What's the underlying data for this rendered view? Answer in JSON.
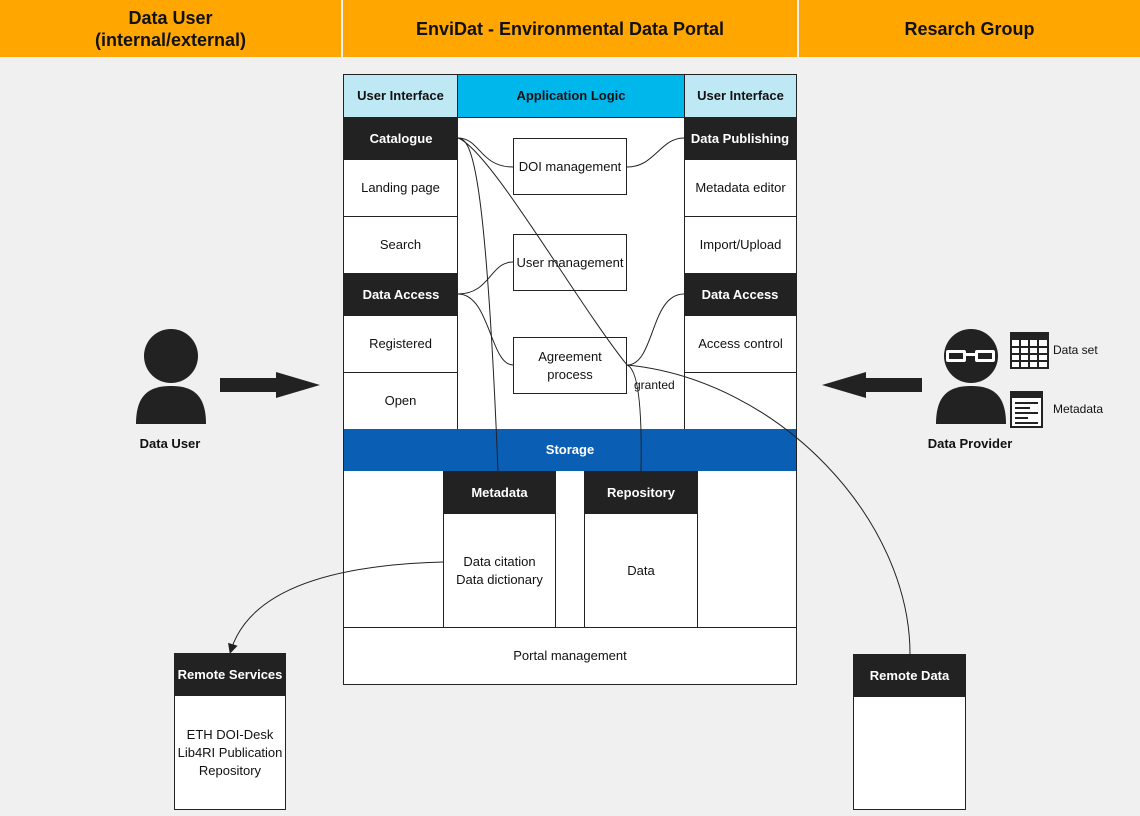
{
  "header": {
    "left": "Data User\n(internal/external)",
    "center": "EnviDat - Environmental Data Portal",
    "right": "Resarch Group"
  },
  "left_col": {
    "ui": "User Interface",
    "catalogue": "Catalogue",
    "landing": "Landing page",
    "search": "Search",
    "data_access": "Data Access",
    "registered": "Registered",
    "open": "Open"
  },
  "center_col": {
    "app_logic": "Application Logic",
    "doi": "DOI management",
    "user_mgmt": "User management",
    "agreement": "Agreement process",
    "granted": "granted"
  },
  "right_col": {
    "ui": "User Interface",
    "publishing": "Data Publishing",
    "metadata_editor": "Metadata editor",
    "import": "Import/Upload",
    "data_access": "Data Access",
    "access_control": "Access control"
  },
  "storage": {
    "title": "Storage",
    "metadata": "Metadata",
    "metadata_body": "Data citation\nData dictionary",
    "repository": "Repository",
    "repository_body": "Data",
    "portal": "Portal management"
  },
  "actors": {
    "data_user": "Data User",
    "data_provider": "Data Provider",
    "data_set": "Data set",
    "metadata": "Metadata"
  },
  "remote_services": {
    "title": "Remote Services",
    "body": "ETH DOI-Desk\nLib4RI Publication\nRepository"
  },
  "remote_data": {
    "title": "Remote Data"
  }
}
